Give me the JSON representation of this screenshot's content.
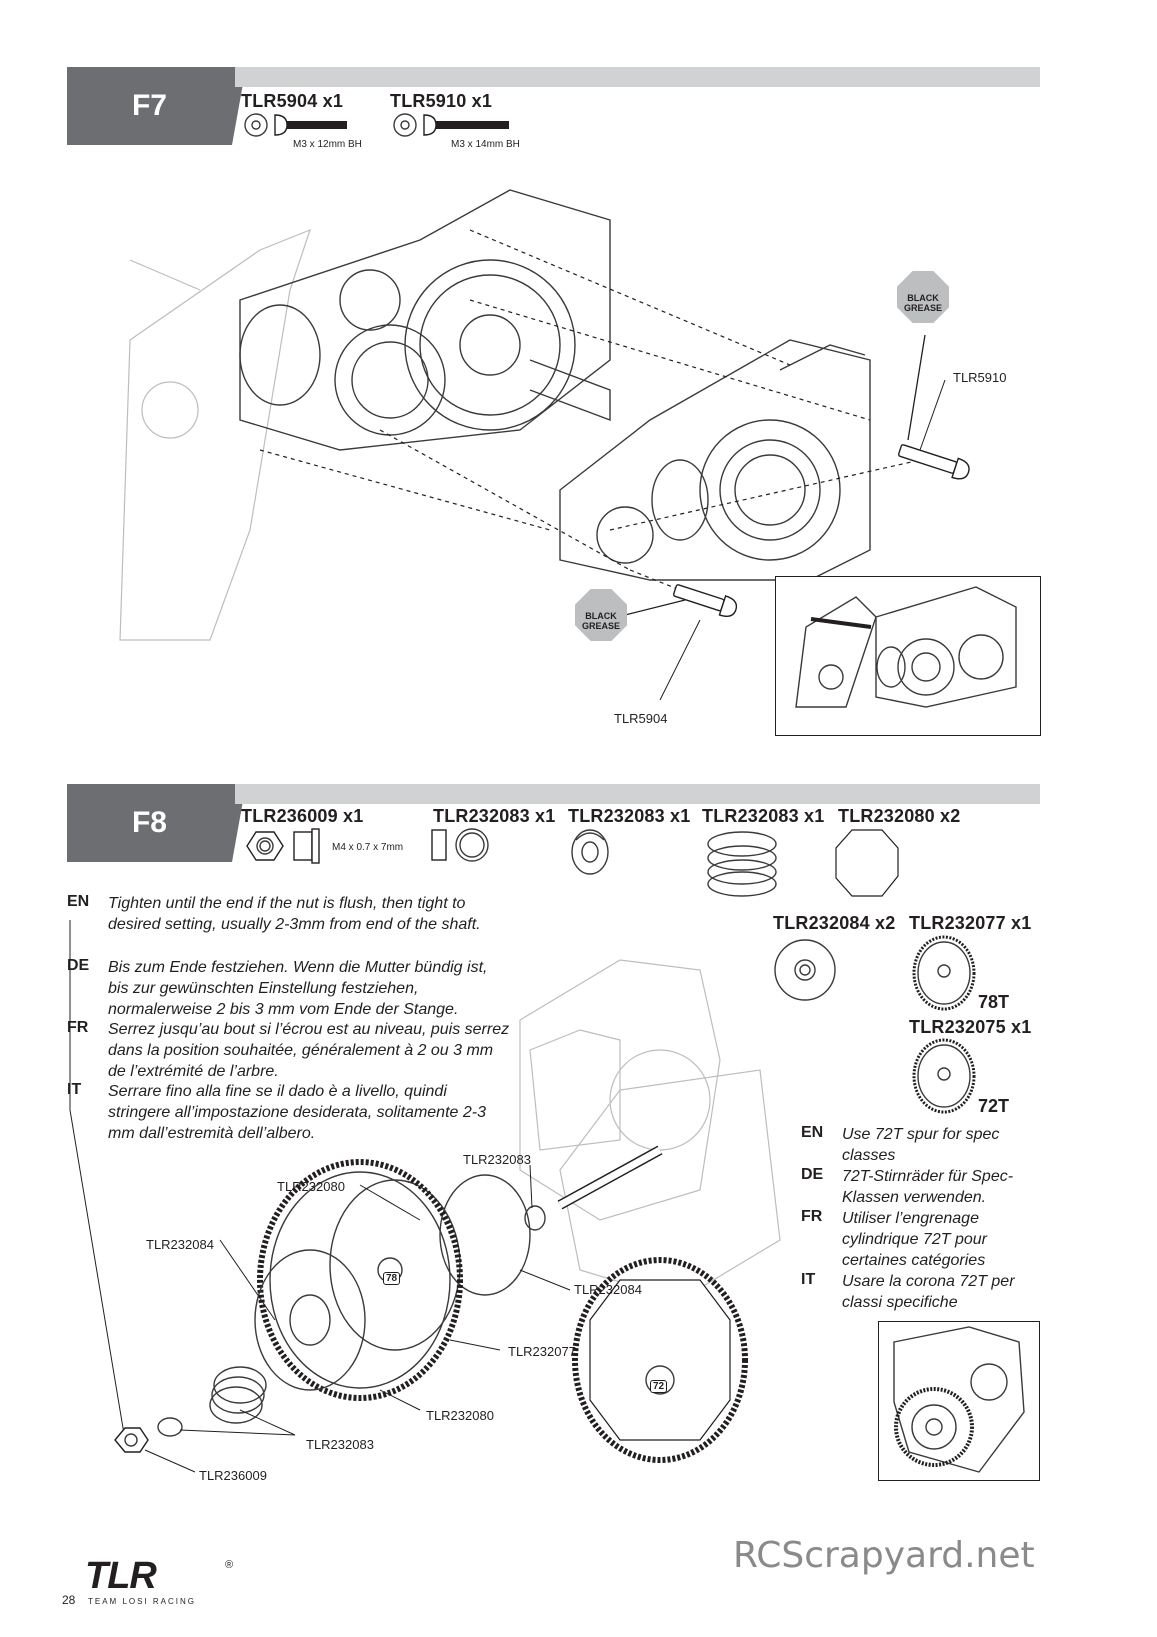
{
  "f7": {
    "step": "F7",
    "parts": [
      {
        "no": "TLR5904 x1",
        "spec": "M3 x 12mm BH"
      },
      {
        "no": "TLR5910 x1",
        "spec": "M3 x 14mm BH"
      }
    ],
    "grease_label_1": "BLACK",
    "grease_label_2": "GREASE",
    "callouts": {
      "a": "TLR5910",
      "b": "TLR5904"
    }
  },
  "f8": {
    "step": "F8",
    "parts": [
      {
        "no": "TLR236009 x1",
        "spec": "M4 x 0.7 x 7mm"
      },
      {
        "no": "TLR232083 x1"
      },
      {
        "no": "TLR232083 x1"
      },
      {
        "no": "TLR232083 x1"
      },
      {
        "no": "TLR232080 x2"
      },
      {
        "no": "TLR232084 x2"
      },
      {
        "no": "TLR232077 x1",
        "teeth": "78T"
      },
      {
        "no": "TLR232075 x1",
        "teeth": "72T"
      }
    ],
    "instructions": [
      {
        "lang": "EN",
        "text": "Tighten until the end if the nut is flush, then tight to desired setting, usually 2-3mm from end of the shaft."
      },
      {
        "lang": "DE",
        "text": "Bis zum Ende festziehen. Wenn die Mutter bündig ist, bis zur gewünschten Einstellung festziehen, normalerweise 2 bis 3 mm vom Ende der Stange."
      },
      {
        "lang": "FR",
        "text": "Serrez jusqu’au bout si l’écrou est au niveau, puis serrez dans la position souhaitée, généralement à 2 ou 3 mm de l’extrémité de l’arbre."
      },
      {
        "lang": "IT",
        "text": "Serrare fino alla fine se il dado è a livello, quindi stringere all’impostazione desiderata, solitamente 2-3 mm dall’estremità dell’albero."
      }
    ],
    "spec_notes": [
      {
        "lang": "EN",
        "text": "Use 72T spur for spec classes"
      },
      {
        "lang": "DE",
        "text": "72T-Stirnräder für Spec-Klassen verwenden."
      },
      {
        "lang": "FR",
        "text": "Utiliser l’engrenage cylindrique 72T pour certaines catégories"
      },
      {
        "lang": "IT",
        "text": "Usare la corona 72T per classi specifiche"
      }
    ],
    "callouts": {
      "c1": "TLR232083",
      "c2": "TLR232080",
      "c3": "TLR232084",
      "c4": "TLR232084",
      "c5": "TLR232077",
      "c6": "TLR232080",
      "c7": "TLR232083",
      "c8": "TLR236009"
    },
    "gear_marks": {
      "g78": "78",
      "g72": "72"
    }
  },
  "footer": {
    "page_number": "28",
    "logo_text": "TLR",
    "logo_sub": "TEAM LOSI RACING",
    "registered": "®",
    "watermark": "RCScrapyard.net"
  }
}
